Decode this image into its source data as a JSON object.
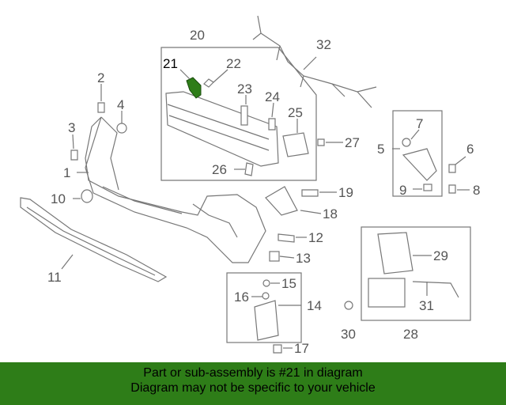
{
  "callouts": [
    "1",
    "2",
    "3",
    "4",
    "5",
    "6",
    "7",
    "8",
    "9",
    "10",
    "11",
    "12",
    "13",
    "14",
    "15",
    "16",
    "17",
    "18",
    "19",
    "20",
    "21",
    "22",
    "23",
    "24",
    "25",
    "26",
    "27",
    "28",
    "29",
    "30",
    "31",
    "32"
  ],
  "highlighted_part": "21",
  "colors": {
    "banner": "#2e7d18",
    "highlight_part": "#2e7d18",
    "line": "#777777"
  },
  "banner": {
    "line1": "Part or sub-assembly is #21 in diagram",
    "line2": "Diagram may not be specific to your vehicle"
  }
}
